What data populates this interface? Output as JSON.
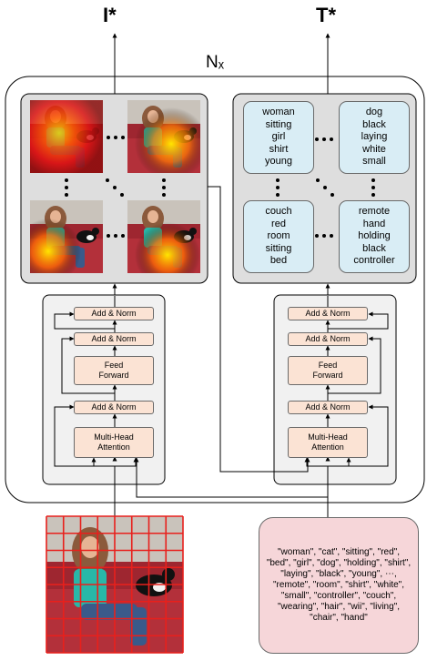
{
  "outputs": {
    "image": "I*",
    "text": "T*"
  },
  "repeat_label": "Nₓ",
  "ellipsis": "⋯",
  "text_tokens": [
    [
      "woman",
      "sitting",
      "girl",
      "shirt",
      "young"
    ],
    [
      "dog",
      "black",
      "laying",
      "white",
      "small"
    ],
    [
      "couch",
      "red",
      "room",
      "sitting",
      "bed"
    ],
    [
      "remote",
      "hand",
      "holding",
      "black",
      "controller"
    ]
  ],
  "encoder_blocks": {
    "add_norm": "Add & Norm",
    "feed_forward": [
      "Feed",
      "Forward"
    ],
    "attention": [
      "Multi-Head",
      "Attention"
    ]
  },
  "word_list": "\"woman\", \"cat\", \"sitting\", \"red\", \"bed\", \"girl\", \"dog\", \"holding\", \"shirt\", \"laying\", \"black\", \"young\", ⋯, \"remote\", \"room\", \"shirt\", \"white\", \"small\", \"controller\", \"couch\", \"wearing\", \"hair\", \"wii\", \"living\", \"chair\", \"hand\"",
  "colors": {
    "token_fill": "#d9edf5",
    "block_fill": "#fbe3d4",
    "word_fill": "#f6d6d9",
    "panel_fill": "#dedede",
    "encoder_fill": "#f1f1f1",
    "grid_red": "#e8201c"
  }
}
